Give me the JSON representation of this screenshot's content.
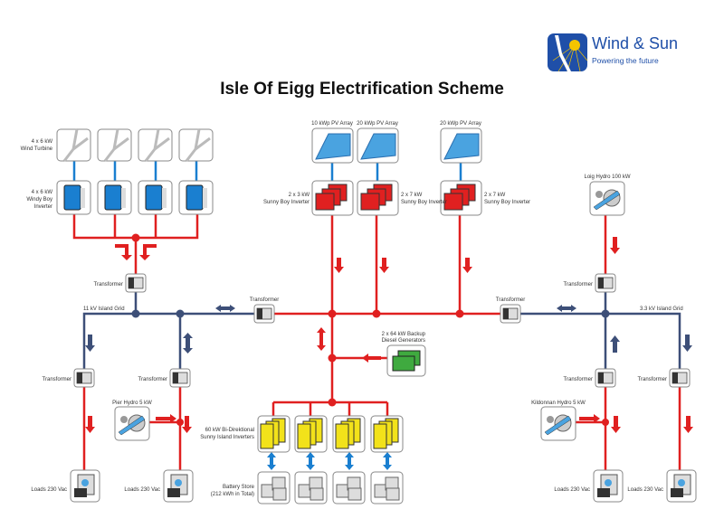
{
  "title": "Isle Of Eigg Electrification Scheme",
  "logo": {
    "name": "Wind & Sun",
    "tagline": "Powering the future"
  },
  "colors": {
    "ac_red": "#e02020",
    "grid_blue": "#3d4f78",
    "dc_blue": "#1a7fd0",
    "logo_blue": "#1f4fa8",
    "sun_yellow": "#f5c400"
  },
  "labels": {
    "wind_turbine": [
      "4 x 6 kW",
      "Wind Turbine"
    ],
    "windy_boy": [
      "4 x 6 kW",
      "Windy Boy",
      "Inverter"
    ],
    "pv1": "10 kWp PV Array",
    "pv2": "20 kWp PV Array",
    "pv3": "20 kWp PV Array",
    "sb1": [
      "2 x 3 kW",
      "Sunny Boy Inverter"
    ],
    "sb2": [
      "2 x 7 kW",
      "Sunny Boy Inverter"
    ],
    "sb3": [
      "2 x 7 kW",
      "Sunny Boy Inverter"
    ],
    "transformer": "Transformer",
    "grid_11kv": "11 kV Island Grid",
    "grid_33kv": "3.3 kV Island Grid",
    "loig_hydro": "Loig Hydro 100 kW",
    "pier_hydro": "Pier Hydro 5 kW",
    "kildonnan_hydro": "Kildonnan Hydro 5 kW",
    "diesel": [
      "2 x 64 kW Backup",
      "Diesel Generators"
    ],
    "sunny_island": [
      "60 kW Bi-Direktional",
      "Sunny Island Inverters"
    ],
    "battery": [
      "Battery Store",
      "(212 kWh in Total)"
    ],
    "loads": "Loads 230 Vac"
  }
}
